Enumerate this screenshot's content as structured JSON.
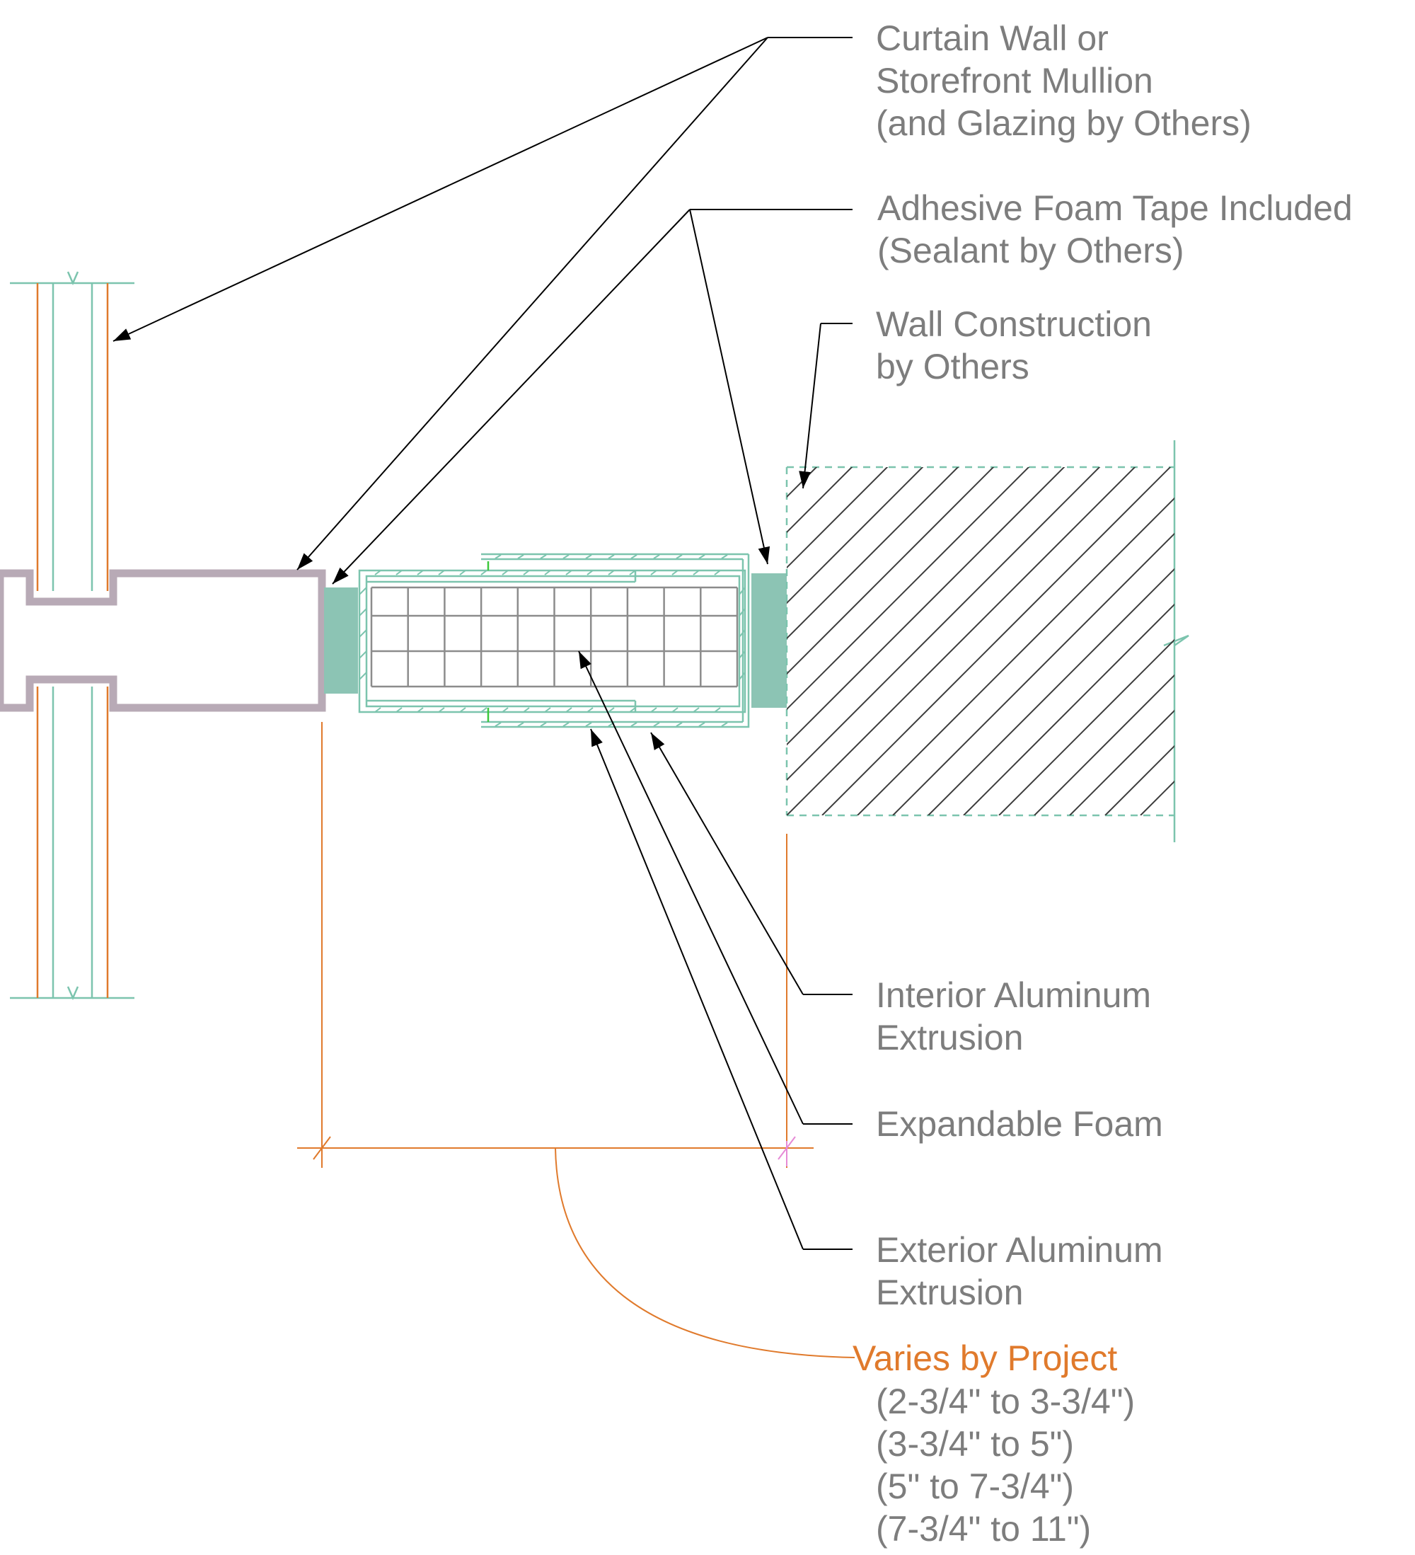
{
  "labels": {
    "curtain_wall": [
      "Curtain Wall or",
      "Storefront Mullion",
      "(and Glazing by Others)"
    ],
    "adhesive_tape": [
      "Adhesive Foam Tape Included",
      "(Sealant by Others)"
    ],
    "wall_construction": [
      "Wall Construction",
      "by Others"
    ],
    "interior_extrusion": [
      "Interior Aluminum",
      "Extrusion"
    ],
    "expandable_foam": [
      "Expandable Foam"
    ],
    "exterior_extrusion": [
      "Exterior Aluminum",
      "Extrusion"
    ],
    "varies": "Varies by Project",
    "sizes": [
      "(2-3/4\" to 3-3/4\")",
      "(3-3/4\" to 5\")",
      "(5\" to 7-3/4\")",
      "(7-3/4\" to 11\")"
    ]
  },
  "colors": {
    "text": "#7d7d7d",
    "accent": "#e07a2c",
    "teal_line": "#7cc4ae",
    "teal_fill": "#8cc4b4",
    "mullion": "#b8aab6",
    "leader": "#000000",
    "grid": "#8c8c8c",
    "green": "#3cc83c"
  }
}
